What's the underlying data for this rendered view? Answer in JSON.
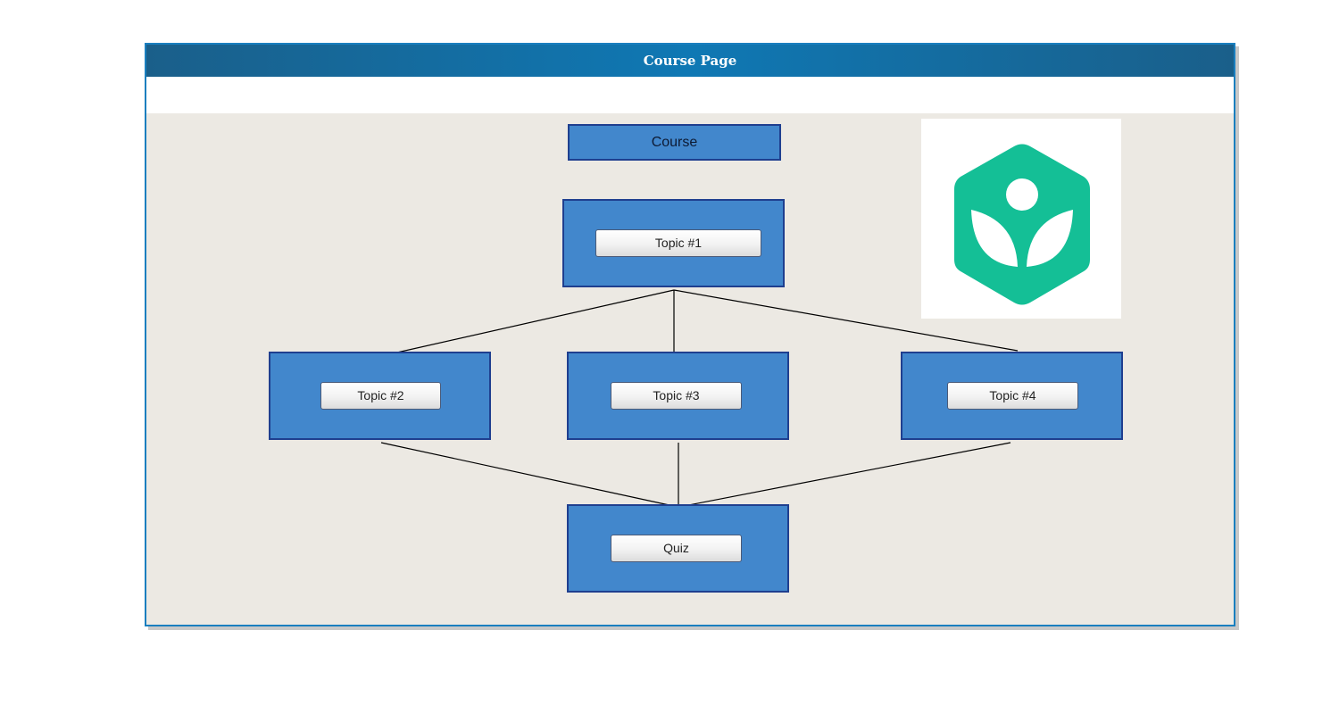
{
  "window": {
    "title": "Course Page"
  },
  "diagram": {
    "course_label": "Course",
    "topic1_label": "Topic #1",
    "topic2_label": "Topic #2",
    "topic3_label": "Topic #3",
    "topic4_label": "Topic #4",
    "quiz_label": "Quiz"
  },
  "logo": {
    "icon": "khan-academy-logo",
    "color": "#14bf96"
  },
  "colors": {
    "titlebar": "#0f78b4",
    "node_fill": "#4287cc",
    "node_border": "#1f3f8f",
    "canvas_bg": "#ece9e3"
  }
}
